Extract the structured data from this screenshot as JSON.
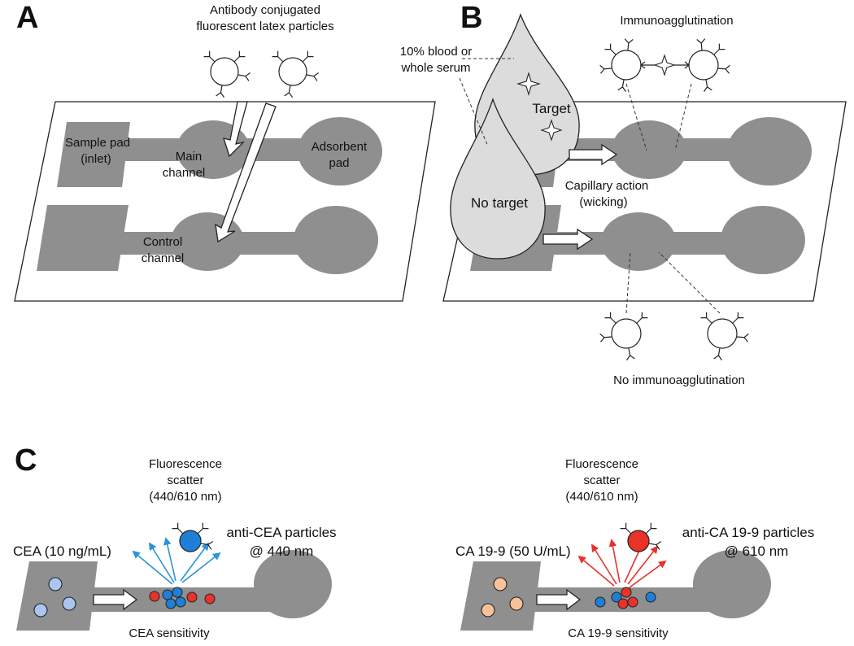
{
  "panels": {
    "a": {
      "letter": "A",
      "particles_label_line1": "Antibody conjugated",
      "particles_label_line2": "fluorescent latex particles",
      "sample_pad_line1": "Sample pad",
      "sample_pad_line2": "(inlet)",
      "main_channel_line1": "Main",
      "main_channel_line2": "channel",
      "adsorbent_pad_line1": "Adsorbent",
      "adsorbent_pad_line2": "pad",
      "control_channel_line1": "Control",
      "control_channel_line2": "channel"
    },
    "b": {
      "letter": "B",
      "sample_line1": "10% blood or",
      "sample_line2": "whole serum",
      "target": "Target",
      "no_target": "No target",
      "immunoagglutination": "Immunoagglutination",
      "capillary_line1": "Capillary action",
      "capillary_line2": "(wicking)",
      "no_immunoagglutination": "No immunoagglutination"
    },
    "c": {
      "letter": "C",
      "left": {
        "scatter_line1": "Fluorescence",
        "scatter_line2": "scatter",
        "scatter_line3": "(440/610 nm)",
        "sample": "CEA (10 ng/mL)",
        "particles_line1": "anti-CEA particles",
        "particles_line2": "@ 440 nm",
        "sensitivity": "CEA sensitivity"
      },
      "right": {
        "scatter_line1": "Fluorescence",
        "scatter_line2": "scatter",
        "scatter_line3": "(440/610 nm)",
        "sample": "CA 19-9 (50 U/mL)",
        "particles_line1": "anti-CA 19-9 particles",
        "particles_line2": "@ 610 nm",
        "sensitivity": "CA 19-9 sensitivity"
      }
    }
  },
  "colors": {
    "channel": "#8f8f8f",
    "drop": "#dcdcdc",
    "blue_particle": "#1f7fd6",
    "red_particle": "#e8322a",
    "blue_arrow": "#2b93d6",
    "red_arrow": "#e8322a",
    "cea_sample_bead": "#aac6f0",
    "ca199_sample_bead": "#f7c19a"
  }
}
